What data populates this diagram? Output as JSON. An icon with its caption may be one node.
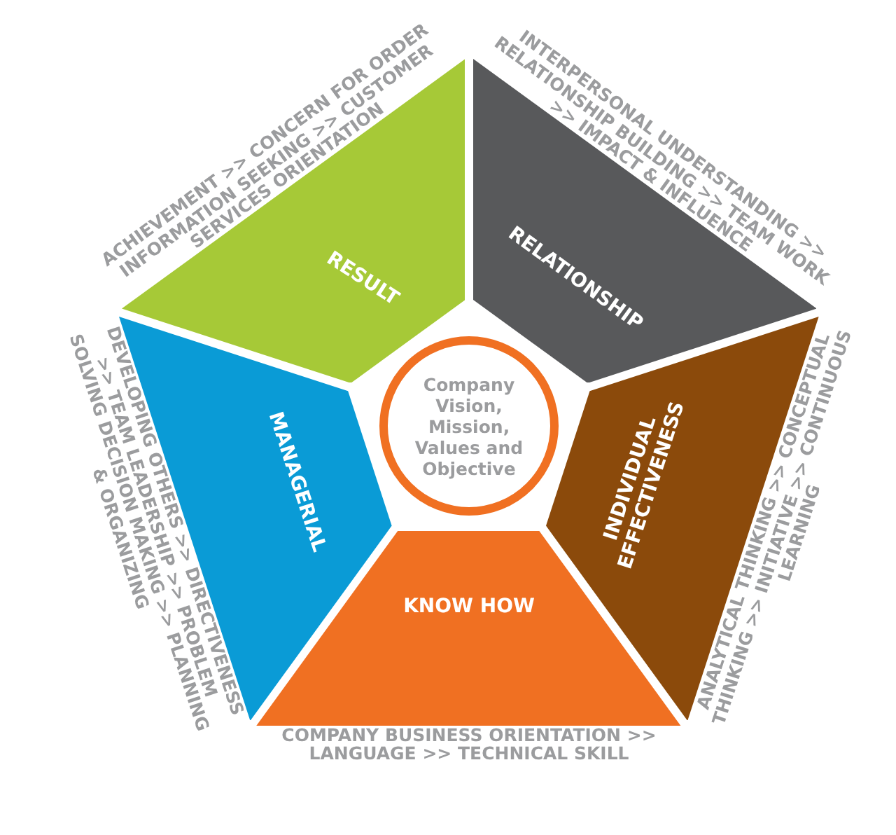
{
  "diagram": {
    "nodes": [
      {
        "text": [
          "RESULT"
        ],
        "beside": [
          "ACHIEVEMENT >> CONCERN FOR ORDER INFORMATION SEEKING >> CUSTOMER SERVICES ORIENTATION"
        ]
      },
      {
        "text": [
          "RELATIONSHIP"
        ],
        "beside": [
          "INTERPERSONAL UNDERSTANDING >> RELATIONSHIP BUILDING >> TEAM WORK >> IMPACT & INFLUENCE"
        ]
      },
      {
        "text": [
          "MANAGERIAL"
        ],
        "beside": [
          "DEVELOPING OTHERS >> DIRECTIVENESS >> TEAM LEADERSHIP >> PROBLEM SOLVING DECISION MAKING >> PLANNING & ORGANIZING"
        ]
      },
      {
        "text": [
          "Company Vision, Mission, Values and Objective"
        ]
      },
      {
        "text": [
          "INDIVIDUAL EFFECTIVENESS"
        ],
        "beside": [
          "ANALYTICAL THINKING >> CONCEPTUAL THINKING >> INITIATIVE >> CONTINUOUS LEARNING"
        ]
      },
      {
        "text": [
          "KNOW HOW"
        ],
        "beside": [
          "COMPANY BUSINESS ORIENTATION >> LANGUAGE >> TECHNICAL SKILL"
        ]
      }
    ]
  }
}
